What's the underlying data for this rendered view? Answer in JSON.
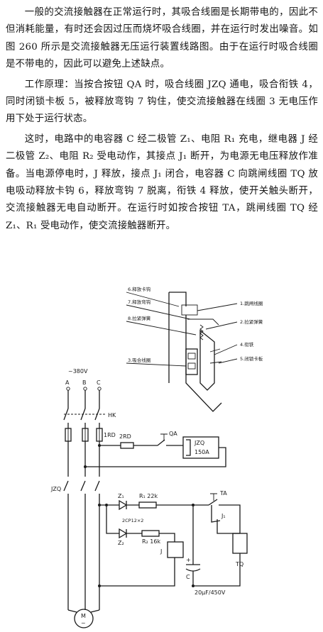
{
  "paragraphs": [
    "一般的交流接触器在正常运行时，其吸合线圈是长期带电的，因此不但消耗能量，有时还会因过压而烧坏吸合线圈，并在运行时发出噪音。如图 260 所示是交流接触器无压运行装置线路图。由于在运行时吸合线圈是不带电的，因此可以避免上述缺点。",
    "工作原理：当按合按钮 QA 时，吸合线圈 JZQ 通电，吸合衔铁 4，同时闭锁卡板 5，被释放弯钩 7 钩住，使交流接触器在线圈 3 无电压作用下处于运行状态。",
    "这时，电路中的电容器 C 经二极管 Z₁、电阻 R₁ 充电，继电器 J 经二极管 Z₂、电阻 R₂ 受电动作，其接点 J₁ 断开，为电源无电压释放作准备。当电源停电时，J 释放，接点 J₁ 闭合，电容器 C 向跳闸线圈 TQ 放电吸动释放卡钩 6，释放弯钩 7 脱离，衔铁 4 释放，使开关触头断开，交流接触器无电自动断开。在运行时如按合按钮 TA，跳闸线圈 TQ 经 Z₁、R₁ 受电动作，使交流接触器断开。"
  ],
  "mech": {
    "labels_left": [
      "6.释放卡钩",
      "7.释放弯钩",
      "8.拉紧弹簧",
      "3.吸合线圈"
    ],
    "labels_right": [
      "1.跳闸线圈",
      "2.拉紧弹簧",
      "4.衔铁",
      "5.闭锁卡板"
    ]
  },
  "circuit": {
    "voltage": "~380V",
    "phases": [
      "A",
      "B",
      "C"
    ],
    "hk": "HK",
    "fuse1": "1RD",
    "fuse2": "2RD",
    "qa": "QA",
    "jzq_coil": "JZQ",
    "jzq_rating": "150A",
    "jzq_contacts": "JZQ",
    "z1": "Z₁",
    "r1": "R₁ 22k",
    "diode_type": "2CP12×2",
    "z2": "Z₂",
    "r2": "R₂ 16k",
    "relay_j": "J",
    "j1": "J₁",
    "ta": "TA",
    "cap_c": "C",
    "cap_rating": "20μF/450V",
    "tq": "TQ",
    "motor": "M",
    "motor_sym": "~"
  }
}
